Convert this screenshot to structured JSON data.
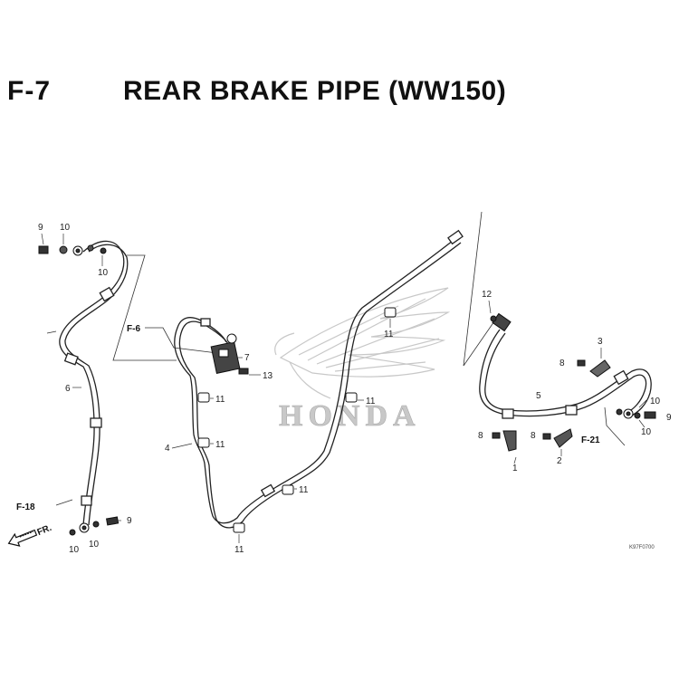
{
  "header": {
    "section_code": "F-7",
    "title": "REAR BRAKE PIPE (WW150)"
  },
  "watermark": {
    "text": "HONDA",
    "color": "#c8c8c8"
  },
  "part_numbers": {
    "p1": "1",
    "p2": "2",
    "p3": "3",
    "p4": "4",
    "p5": "5",
    "p6": "6",
    "p7": "7",
    "p8": "8",
    "p9": "9",
    "p10": "10",
    "p11": "11",
    "p12": "12",
    "p13": "13"
  },
  "references": {
    "f6": "F-6",
    "f18": "F-18",
    "f21": "F-21"
  },
  "front_indicator": {
    "label": "FR.",
    "icon": "arrow-left-icon"
  },
  "diagram_code": "K97F0700",
  "colors": {
    "ink": "#111111",
    "pipe": "#222222",
    "watermark": "#c8c8c8"
  }
}
